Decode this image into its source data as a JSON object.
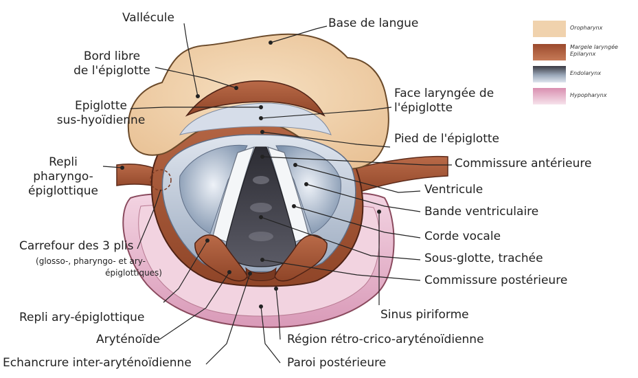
{
  "labels": {
    "vallecule": "Vallécule",
    "base_langue": "Base de langue",
    "bord_libre": [
      "Bord libre",
      "de l'épiglotte"
    ],
    "epiglotte_sus_hyoidienne": [
      "Epiglotte",
      "sus-hyoïdienne"
    ],
    "face_laryngee": [
      "Face laryngée de",
      "l'épiglotte"
    ],
    "pied_epiglotte": "Pied de l'épiglotte",
    "repli_pharyngo": [
      "Repli",
      "pharyngo-",
      "épiglottique"
    ],
    "commissure_anterieure": "Commissure antérieure",
    "ventricule": "Ventricule",
    "bande_ventriculaire": "Bande ventriculaire",
    "corde_vocale": "Corde vocale",
    "sous_glotte": "Sous-glotte, trachée",
    "commissure_posterieure": "Commissure postérieure",
    "carrefour": "Carrefour des 3 plis",
    "carrefour_sub": [
      "(glosso-, pharyngo- et ary-",
      "épiglottiques)"
    ],
    "repli_ary": "Repli ary-épiglottique",
    "sinus_piriforme": "Sinus piriforme",
    "arytenoide": "Aryténoïde",
    "retro_crico": "Région rétro-crico-aryténoïdienne",
    "echancrure": "Echancrure inter-aryténoïdienne",
    "paroi_posterieure": "Paroi postérieure"
  },
  "legend": [
    {
      "text": "Oropharynx",
      "swatch": "oropharynx"
    },
    {
      "text": "Margele laryngée Epilarynx",
      "swatch": "epilarynx"
    },
    {
      "text": "Endolarynx",
      "swatch": "endolarynx"
    },
    {
      "text": "Hypopharynx",
      "swatch": "hypopharynx"
    }
  ],
  "colors": {
    "oropharynx": "#f0d2ad",
    "epilarynx": "#a9583a",
    "endolarynx_light": "#c9d3e0",
    "endolarynx_dark": "#4a4a52",
    "hypopharynx": "#e7b8cc",
    "leader": "#222222"
  }
}
